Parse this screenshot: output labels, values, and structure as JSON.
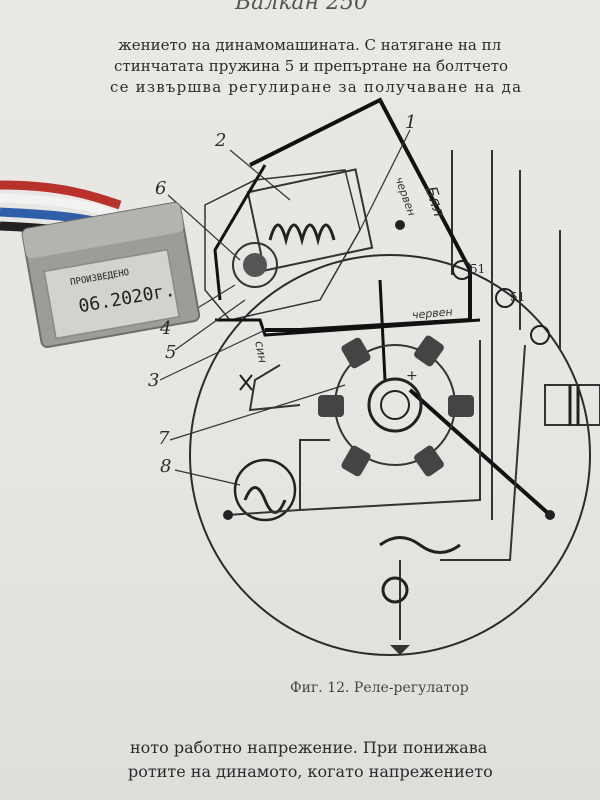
{
  "page": {
    "header_handwritten": "Балкан 250",
    "paragraph_top": [
      "жението на динамомашината. С натягане на пл",
      "стинчатата пружина 5 и препъртане на болтчето",
      "се извършва регулиране за получаване на да"
    ],
    "figure_caption": "Фиг. 12. Реле-регулатор",
    "paragraph_bottom": [
      "ното работно напрежение. При понижава",
      "ротите на динамото, когато напрежението"
    ]
  },
  "diagram": {
    "callouts": [
      "2",
      "1",
      "6",
      "4",
      "5",
      "3",
      "7",
      "8"
    ],
    "terminals": [
      "51",
      "51",
      "+"
    ],
    "handwritten_notes": [
      "Бял",
      "червен",
      "червен",
      "син"
    ]
  },
  "device": {
    "label_line1": "ПРОИЗВЕДЕНО",
    "label_line2": "06.2020г."
  },
  "colors": {
    "paper": "#e7e6e2",
    "ink": "#2b2b2b",
    "wire_red": "#b8322b",
    "wire_white": "#f2f2f2",
    "wire_blue": "#2e5fa8",
    "wire_black": "#222222",
    "housing": "#9c9c98"
  }
}
